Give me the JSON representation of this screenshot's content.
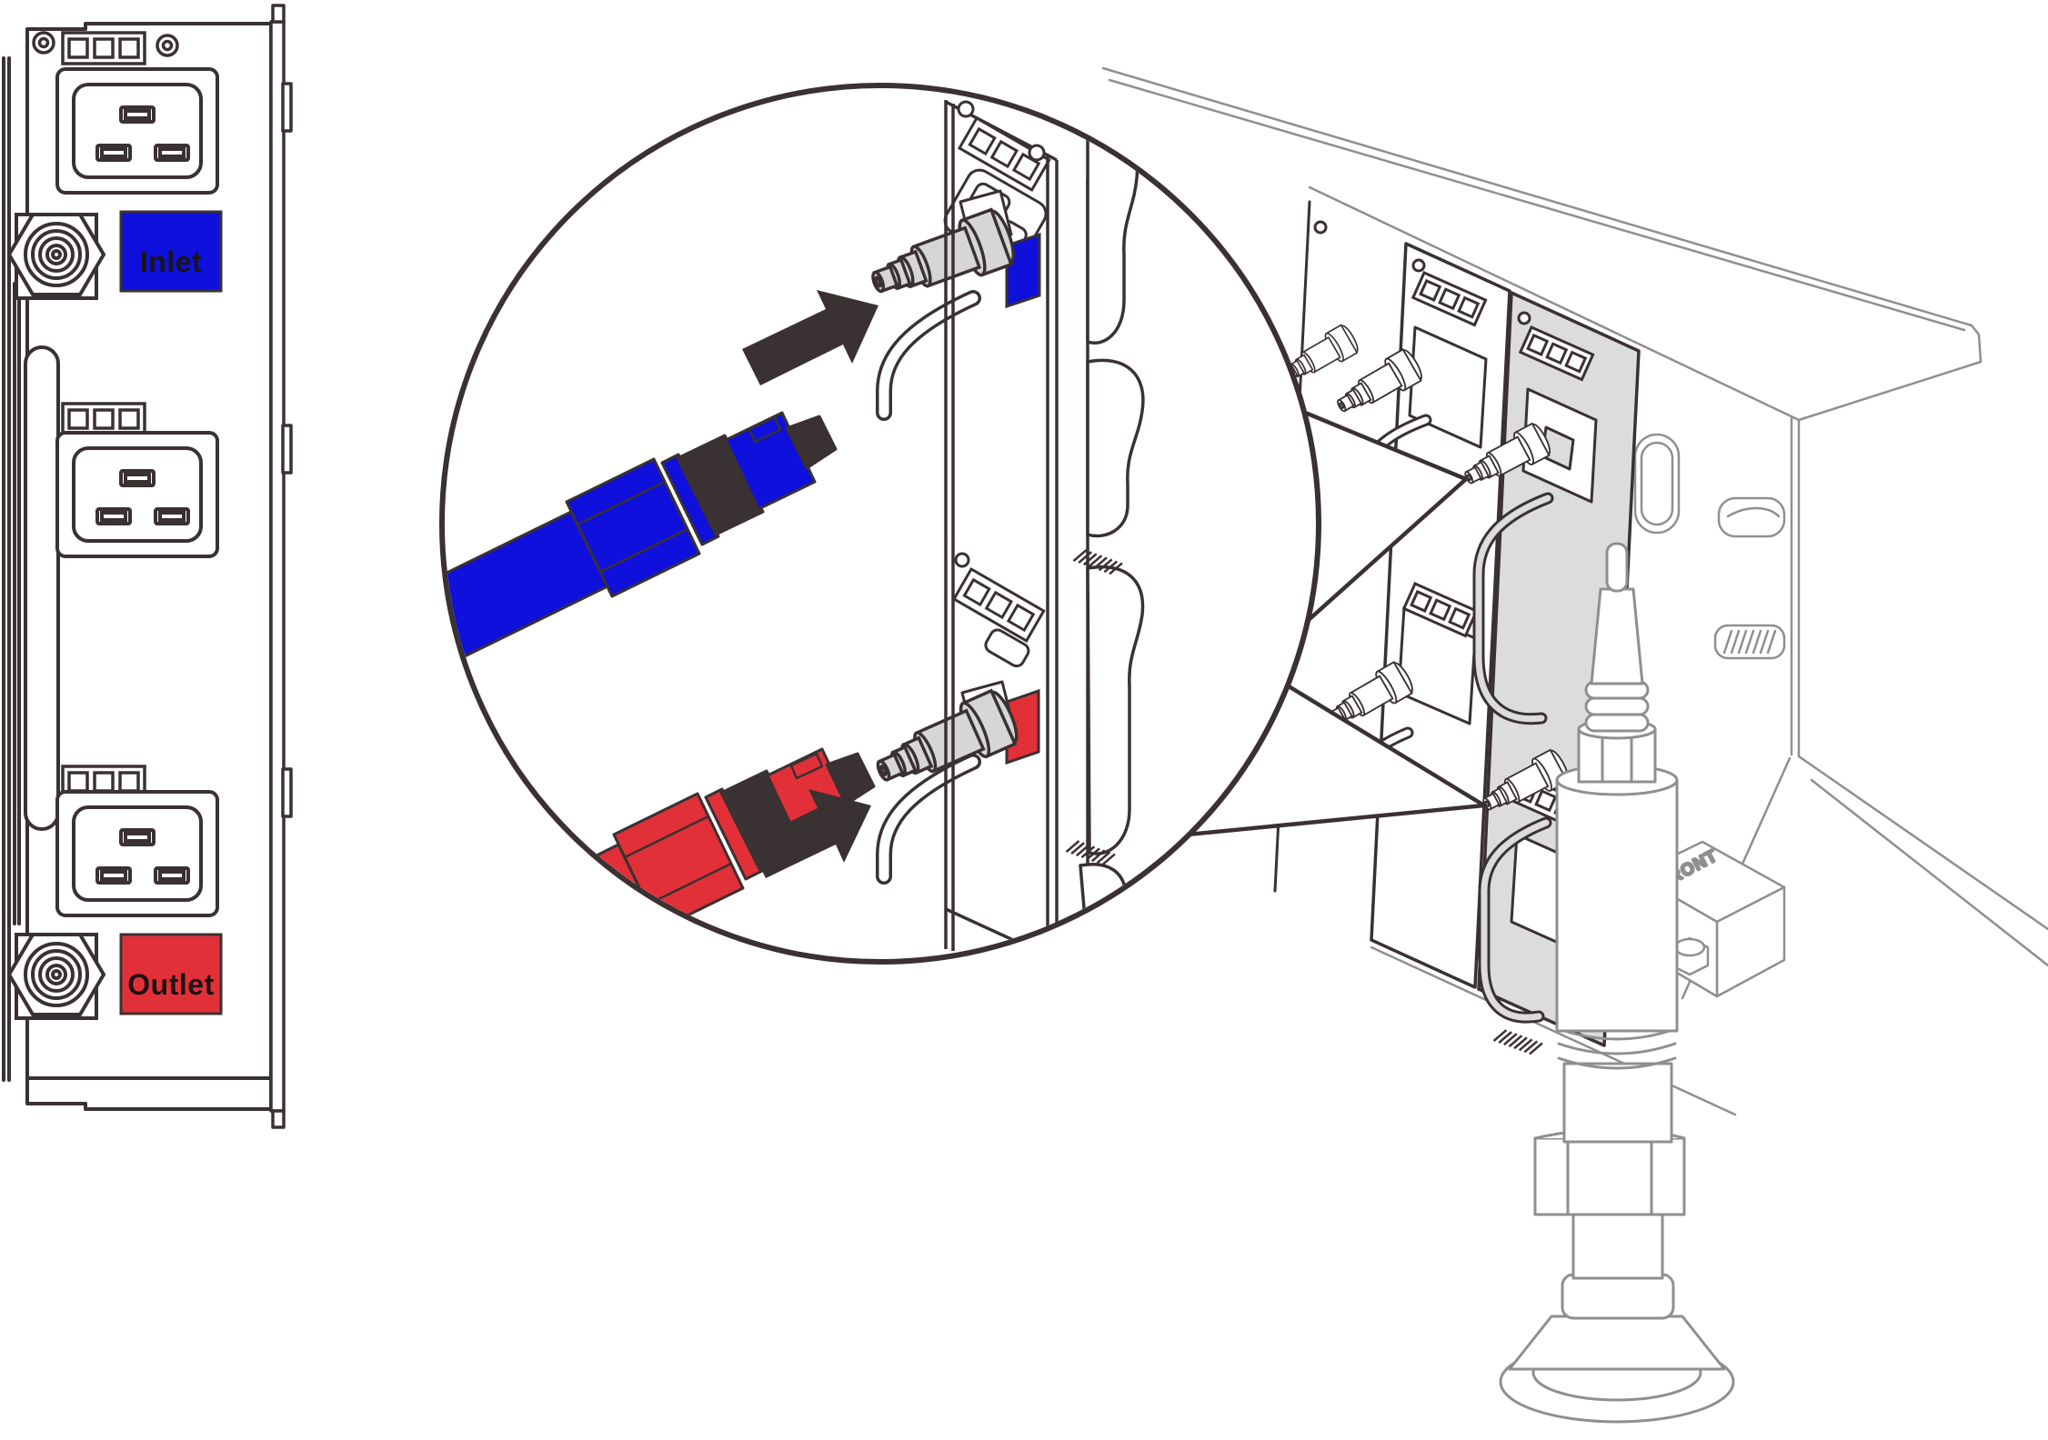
{
  "diagram": {
    "inlet_label": "Inlet",
    "outlet_label": "Outlet",
    "front_label": "FRONT"
  },
  "colors": {
    "line_dark": "#3a3132",
    "line_gray": "#8f8f8f",
    "inlet_blue": "#0f10dc",
    "outlet_red": "#e23038",
    "text_black": "#1a1415",
    "module_gray": "#dcdcdc",
    "fitting_gray": "#d6d6d6",
    "background": "#ffffff"
  }
}
